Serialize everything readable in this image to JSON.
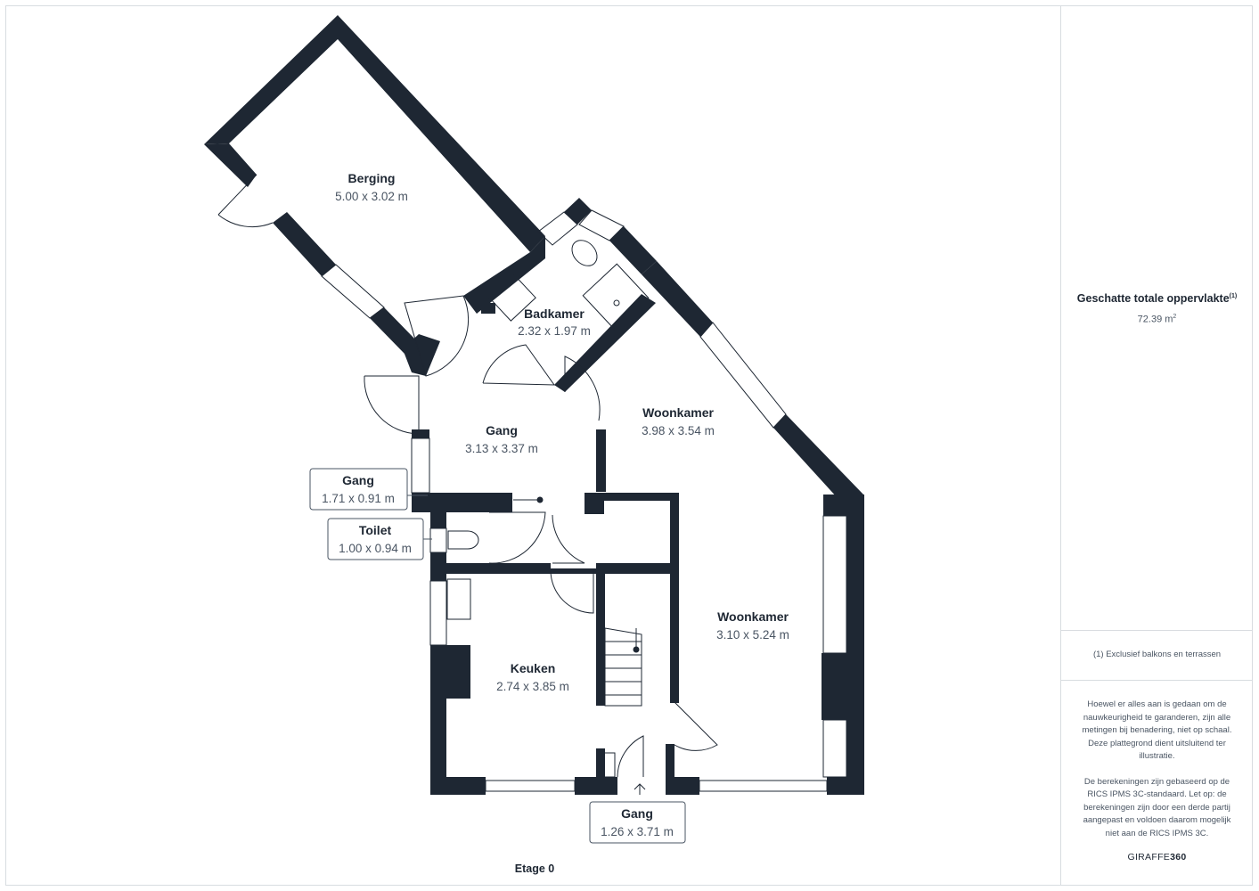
{
  "plan": {
    "floor_label": "Etage 0",
    "wall_color": "#1e2733",
    "text_color": "#4a5563",
    "rooms": [
      {
        "name": "Berging",
        "dimensions": "5.00 x 3.02 m"
      },
      {
        "name": "Badkamer",
        "dimensions": "2.32 x 1.97 m"
      },
      {
        "name": "Gang",
        "dimensions": "3.13 x 3.37 m"
      },
      {
        "name": "Woonkamer",
        "dimensions": "3.98 x 3.54 m"
      },
      {
        "name": "Woonkamer",
        "dimensions": "3.10 x 5.24 m"
      },
      {
        "name": "Keuken",
        "dimensions": "2.74 x 3.85 m"
      }
    ],
    "callouts": [
      {
        "name": "Gang",
        "dimensions": "1.71 x 0.91 m"
      },
      {
        "name": "Toilet",
        "dimensions": "1.00 x 0.94 m"
      },
      {
        "name": "Gang",
        "dimensions": "1.26 x 3.71 m"
      }
    ]
  },
  "panel": {
    "area_title": "Geschatte totale oppervlakte",
    "area_title_note": "(1)",
    "area_value": "72.39 m",
    "area_unit_sup": "2",
    "footnote": "(1) Exclusief balkons en terrassen",
    "disclaimer_1": "Hoewel er alles aan is gedaan om de nauwkeurigheid te garanderen, zijn alle metingen bij benadering, niet op schaal. Deze plattegrond dient uitsluitend ter illustratie.",
    "disclaimer_2": "De berekeningen zijn gebaseerd op de RICS IPMS 3C-standaard. Let op: de berekeningen zijn door een derde partij aangepast en voldoen daarom mogelijk niet aan de RICS IPMS 3C.",
    "brand_prefix": "GIRAFFE",
    "brand_suffix": "360"
  }
}
